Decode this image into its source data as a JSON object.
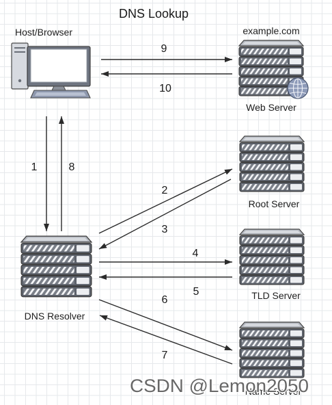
{
  "title": "DNS Lookup",
  "host": {
    "label": "Host/Browser",
    "icon": "computer-icon"
  },
  "web_server": {
    "domain": "example.com",
    "label": "Web Server",
    "icon": "server-icon",
    "badge_icon": "globe-icon"
  },
  "root_server": {
    "label": "Root Server",
    "icon": "server-icon"
  },
  "tld_server": {
    "label": "TLD Server",
    "icon": "server-icon"
  },
  "name_server": {
    "label": "Name Server",
    "icon": "server-icon"
  },
  "resolver": {
    "label": "DNS Resolver",
    "icon": "server-icon"
  },
  "steps": [
    "1",
    "2",
    "3",
    "4",
    "5",
    "6",
    "7",
    "8",
    "9",
    "10"
  ],
  "watermark": "CSDN @Lemon2050",
  "colors": {
    "arrow": "#2b2b2b",
    "blade": "#7b8089",
    "grid": "#e6e8eb",
    "globe": "#8d9ab8"
  }
}
